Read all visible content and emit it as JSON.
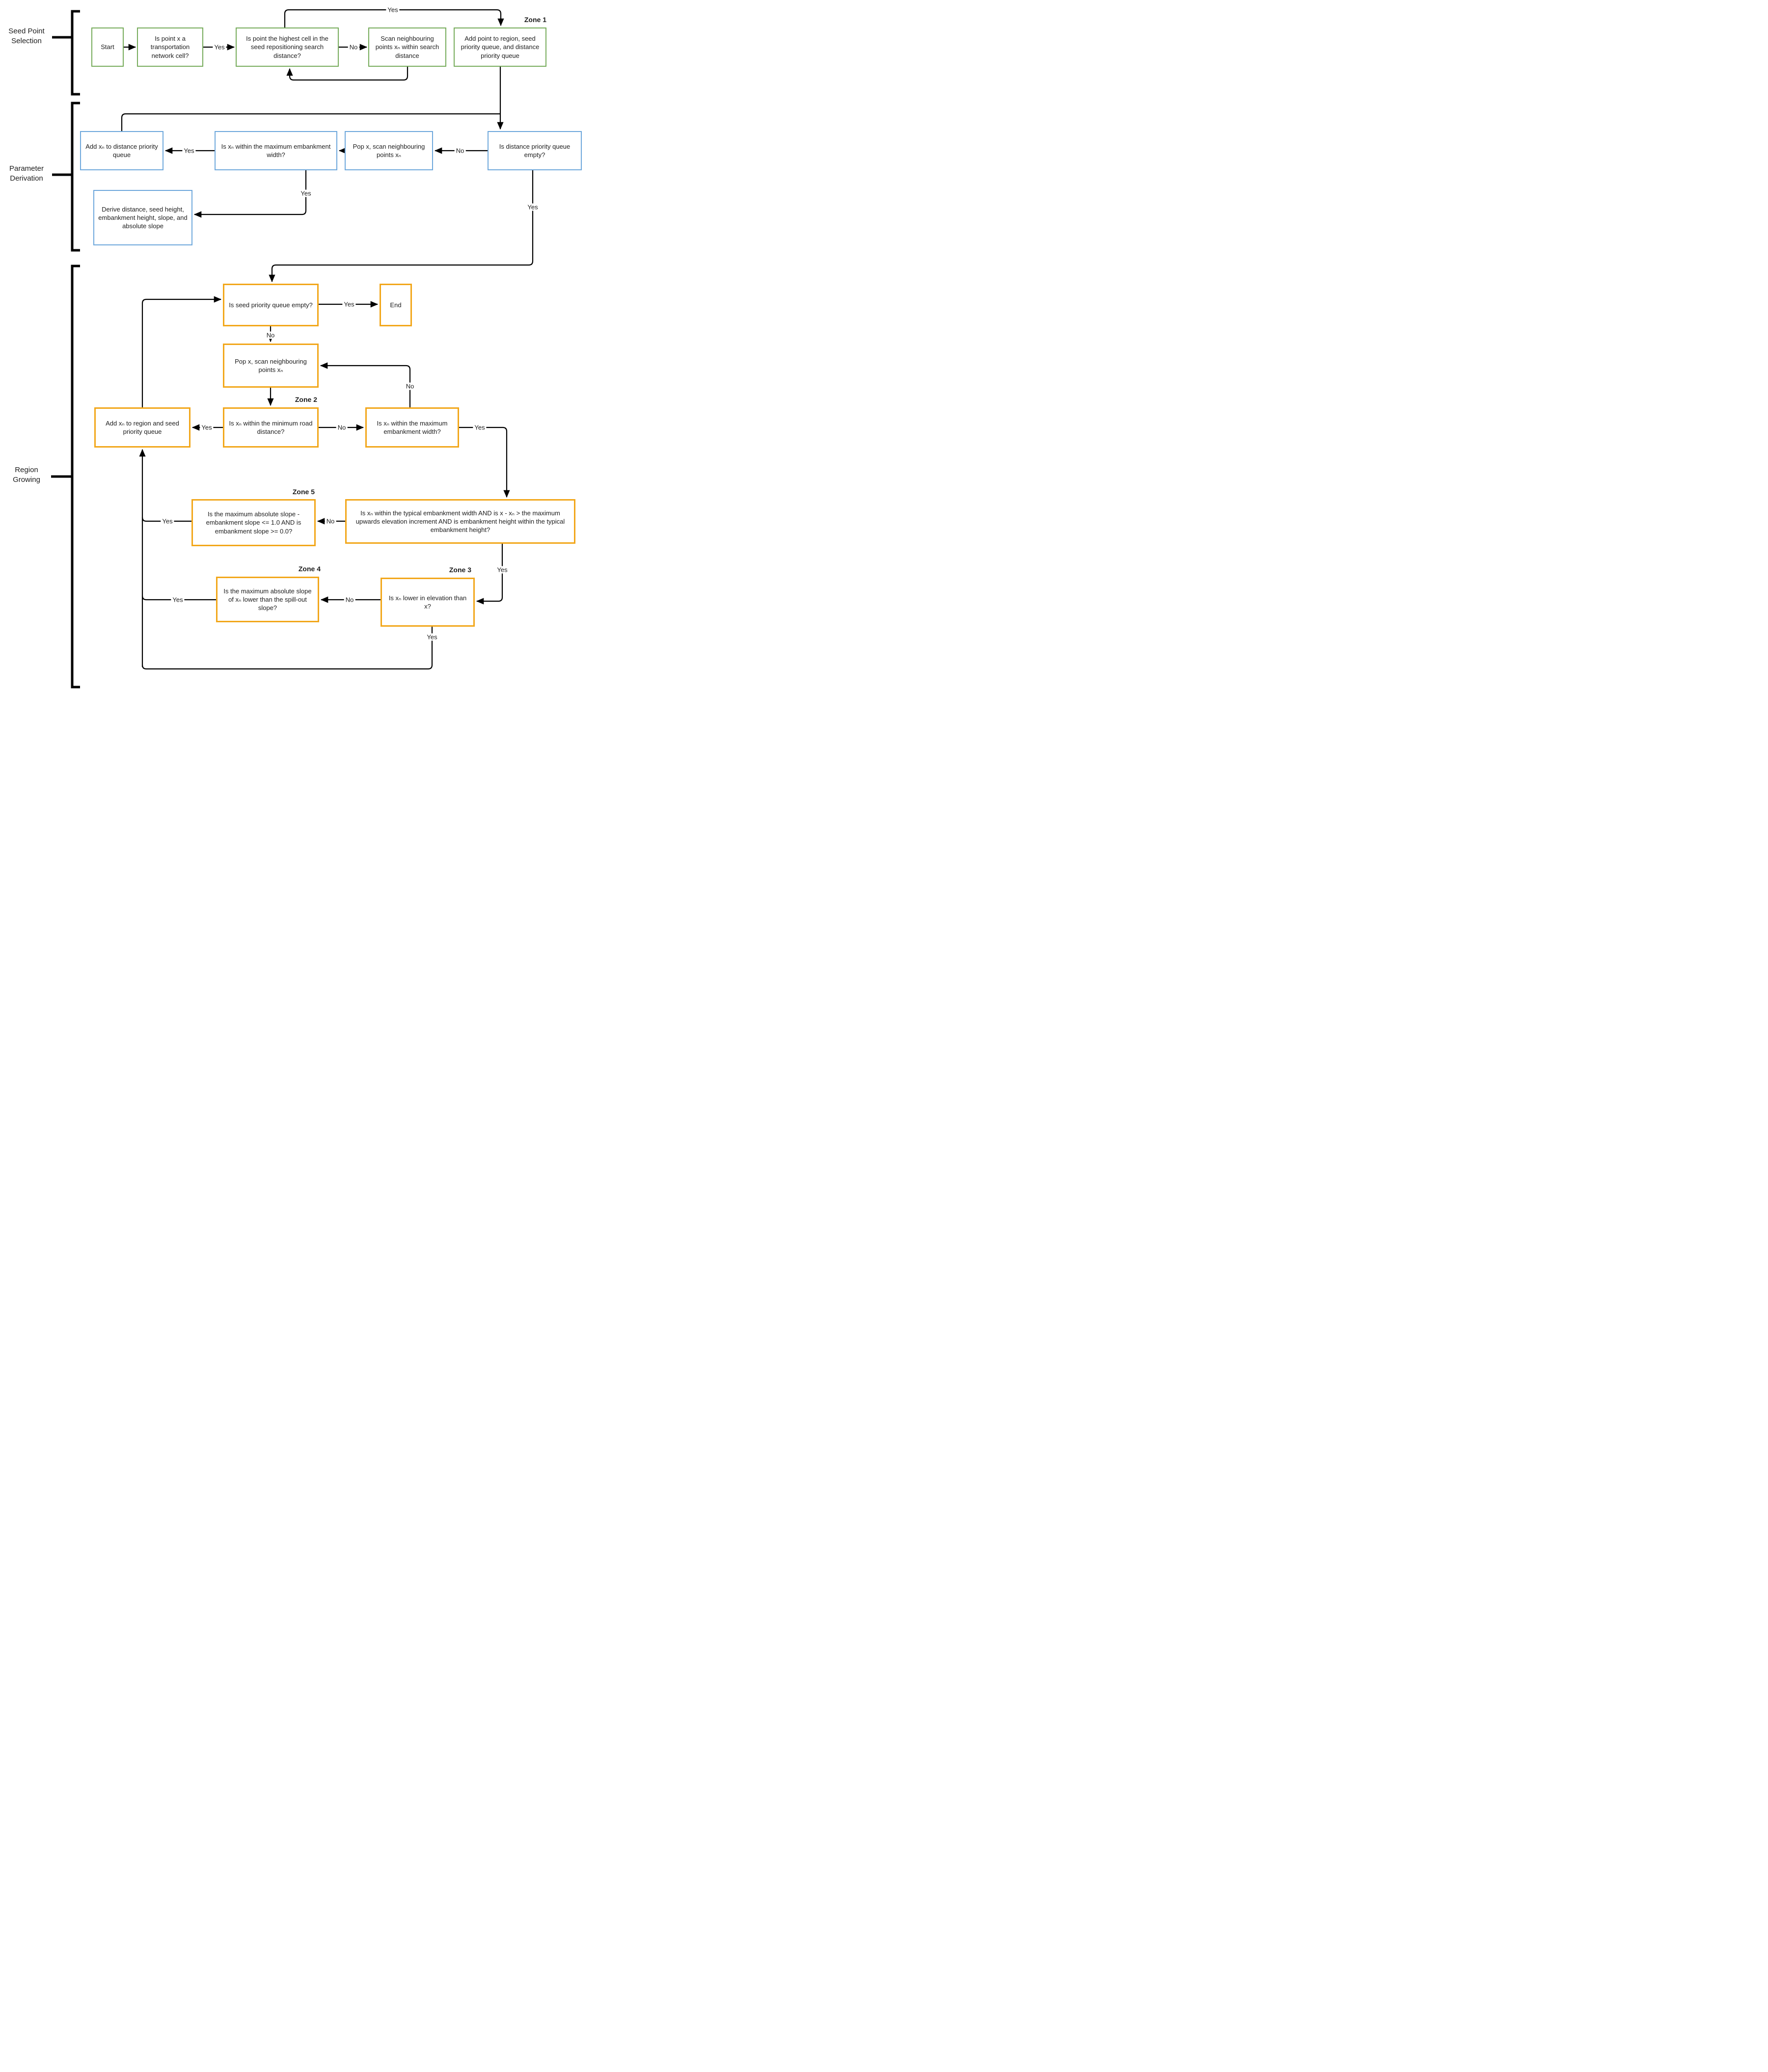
{
  "diagram": {
    "title": "Region growing flowchart",
    "colors": {
      "seed_section_border": "#77ac5c",
      "parameter_section_border": "#6fa8dc",
      "region_section_border": "#f2a71b",
      "line": "#000000",
      "text": "#1c1c1c",
      "background": "#ffffff"
    },
    "sections": [
      {
        "id": "seed",
        "label": "Seed Point Selection"
      },
      {
        "id": "parameter",
        "label": "Parameter Derivation"
      },
      {
        "id": "region",
        "label": "Region Growing"
      }
    ],
    "zones": [
      "Zone 1",
      "Zone 2",
      "Zone 3",
      "Zone 4",
      "Zone 5"
    ],
    "nodes": [
      {
        "id": "start",
        "text": "Start"
      },
      {
        "id": "q-transport-cell",
        "text": "Is point x a transportation network cell?"
      },
      {
        "id": "q-highest-cell",
        "text": "Is point the highest cell in the seed repositioning search distance?"
      },
      {
        "id": "scan-search-distance",
        "text": "Scan neighbouring points xₙ within search distance"
      },
      {
        "id": "zone1-add-point",
        "text": "Add point to region, seed priority queue, and distance priority queue"
      },
      {
        "id": "add-xn-distance-queue",
        "text": "Add xₙ to distance priority queue"
      },
      {
        "id": "q-max-embankment-width-blue",
        "text": "Is xₙ within the maximum embankment width?"
      },
      {
        "id": "pop-x-scan-blue",
        "text": "Pop x, scan neighbouring points xₙ"
      },
      {
        "id": "q-distance-queue-empty",
        "text": "Is distance priority queue empty?"
      },
      {
        "id": "derive-parameters",
        "text": "Derive distance, seed height, embankment height, slope, and absolute slope"
      },
      {
        "id": "q-seed-queue-empty",
        "text": "Is seed priority queue empty?"
      },
      {
        "id": "end",
        "text": "End"
      },
      {
        "id": "pop-x-scan-orange",
        "text": "Pop x, scan neighbouring points xₙ"
      },
      {
        "id": "zone2-q-min-road-distance",
        "text": "Is xₙ within the minimum road distance?"
      },
      {
        "id": "add-xn-region",
        "text": "Add xₙ to region and seed priority queue"
      },
      {
        "id": "q-max-embankment-width-orange",
        "text": "Is xₙ within the maximum embankment width?"
      },
      {
        "id": "q-typical-embankment",
        "text": "Is xₙ within the typical embankment width AND is x - xₙ > the maximum upwards elevation increment AND is embankment height within the typical embankment height?"
      },
      {
        "id": "zone5-q-slope",
        "text": "Is the maximum absolute slope - embankment slope <= 1.0 AND is embankment slope >= 0.0?"
      },
      {
        "id": "zone3-q-lower-elevation",
        "text": "Is xₙ lower in elevation than x?"
      },
      {
        "id": "zone4-q-spill-out",
        "text": "Is the maximum absolute slope of xₙ lower than the spill-out slope?"
      }
    ],
    "edge_labels": [
      {
        "text": "Yes"
      },
      {
        "text": "No"
      },
      {
        "text": "Yes"
      },
      {
        "text": "No"
      },
      {
        "text": "Yes"
      },
      {
        "text": "Yes"
      },
      {
        "text": "Yes"
      },
      {
        "text": "Yes"
      },
      {
        "text": "No"
      },
      {
        "text": "Yes"
      },
      {
        "text": "No"
      },
      {
        "text": "No"
      },
      {
        "text": "Yes"
      },
      {
        "text": "No"
      },
      {
        "text": "Yes"
      },
      {
        "text": "Yes"
      },
      {
        "text": "No"
      },
      {
        "text": "Yes"
      },
      {
        "text": "Yes"
      }
    ]
  }
}
